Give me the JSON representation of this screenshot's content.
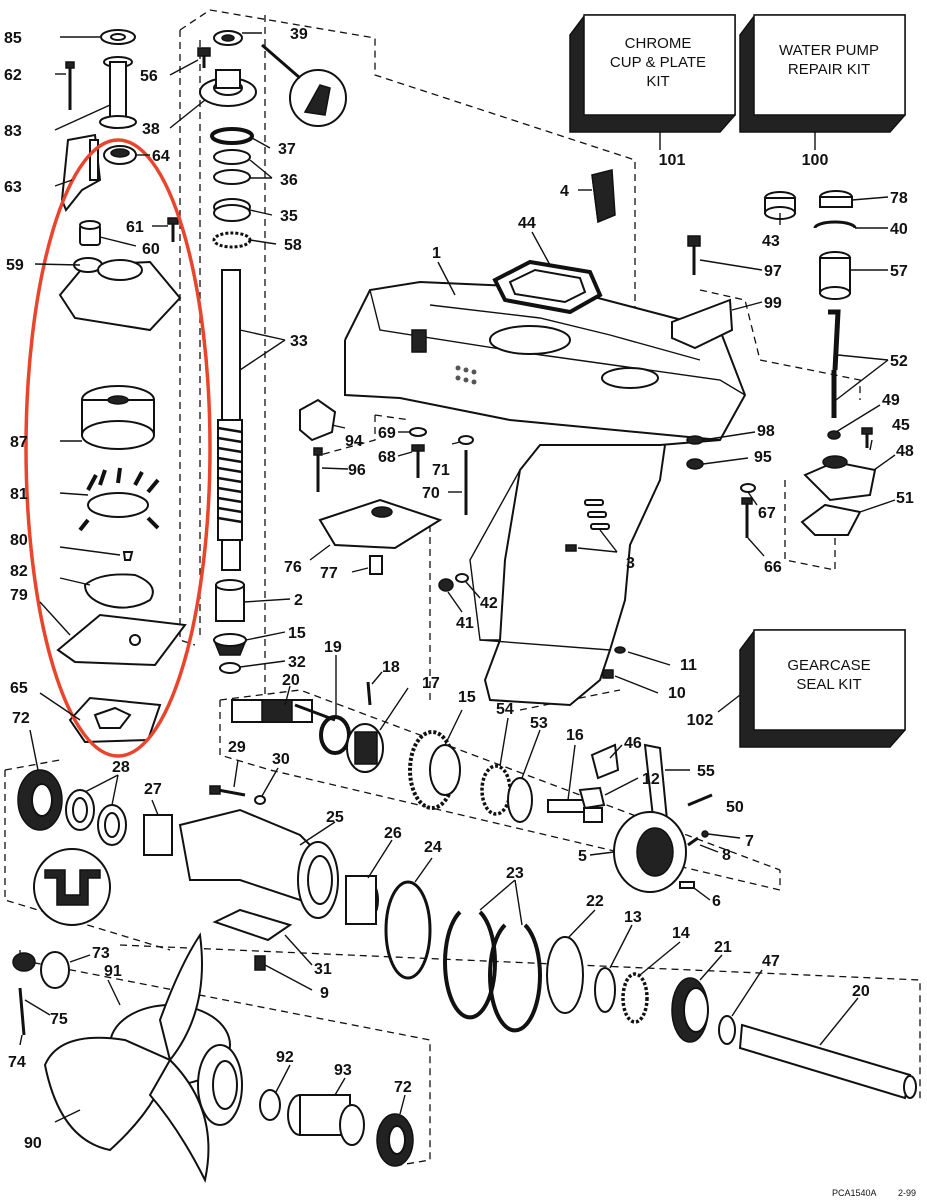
{
  "kits": {
    "chrome": {
      "line1": "CHROME",
      "line2": "CUP & PLATE",
      "line3": "KIT",
      "number": "101"
    },
    "waterpump": {
      "line1": "WATER PUMP",
      "line2": "REPAIR KIT",
      "number": "100"
    },
    "gearcase": {
      "line1": "GEARCASE",
      "line2": "SEAL KIT",
      "number": "102"
    }
  },
  "highlight_color": "#e8452c",
  "footer": {
    "code": "PCA1540A",
    "date": "2-99"
  },
  "labels": [
    {
      "id": "85",
      "text": "85"
    },
    {
      "id": "62",
      "text": "62"
    },
    {
      "id": "83",
      "text": "83"
    },
    {
      "id": "63",
      "text": "63"
    },
    {
      "id": "64",
      "text": "64"
    },
    {
      "id": "56",
      "text": "56"
    },
    {
      "id": "39",
      "text": "39"
    },
    {
      "id": "38",
      "text": "38"
    },
    {
      "id": "37",
      "text": "37"
    },
    {
      "id": "36",
      "text": "36"
    },
    {
      "id": "35",
      "text": "35"
    },
    {
      "id": "58",
      "text": "58"
    },
    {
      "id": "61",
      "text": "61"
    },
    {
      "id": "60",
      "text": "60"
    },
    {
      "id": "59",
      "text": "59"
    },
    {
      "id": "33",
      "text": "33"
    },
    {
      "id": "87",
      "text": "87"
    },
    {
      "id": "81",
      "text": "81"
    },
    {
      "id": "80",
      "text": "80"
    },
    {
      "id": "82",
      "text": "82"
    },
    {
      "id": "79",
      "text": "79"
    },
    {
      "id": "65",
      "text": "65"
    },
    {
      "id": "2",
      "text": "2"
    },
    {
      "id": "15a",
      "text": "15"
    },
    {
      "id": "32",
      "text": "32"
    },
    {
      "id": "4",
      "text": "4"
    },
    {
      "id": "44",
      "text": "44"
    },
    {
      "id": "1",
      "text": "1"
    },
    {
      "id": "43",
      "text": "43"
    },
    {
      "id": "78",
      "text": "78"
    },
    {
      "id": "40",
      "text": "40"
    },
    {
      "id": "97",
      "text": "97"
    },
    {
      "id": "57",
      "text": "57"
    },
    {
      "id": "99",
      "text": "99"
    },
    {
      "id": "52",
      "text": "52"
    },
    {
      "id": "49",
      "text": "49"
    },
    {
      "id": "45",
      "text": "45"
    },
    {
      "id": "98",
      "text": "98"
    },
    {
      "id": "48",
      "text": "48"
    },
    {
      "id": "95",
      "text": "95"
    },
    {
      "id": "94",
      "text": "94"
    },
    {
      "id": "69",
      "text": "69"
    },
    {
      "id": "68",
      "text": "68"
    },
    {
      "id": "71",
      "text": "71"
    },
    {
      "id": "96",
      "text": "96"
    },
    {
      "id": "70",
      "text": "70"
    },
    {
      "id": "67",
      "text": "67"
    },
    {
      "id": "51",
      "text": "51"
    },
    {
      "id": "3",
      "text": "3"
    },
    {
      "id": "66",
      "text": "66"
    },
    {
      "id": "76",
      "text": "76"
    },
    {
      "id": "77",
      "text": "77"
    },
    {
      "id": "42",
      "text": "42"
    },
    {
      "id": "41",
      "text": "41"
    },
    {
      "id": "11",
      "text": "11"
    },
    {
      "id": "10",
      "text": "10"
    },
    {
      "id": "19",
      "text": "19"
    },
    {
      "id": "18",
      "text": "18"
    },
    {
      "id": "20a",
      "text": "20"
    },
    {
      "id": "17",
      "text": "17"
    },
    {
      "id": "15b",
      "text": "15"
    },
    {
      "id": "54",
      "text": "54"
    },
    {
      "id": "53",
      "text": "53"
    },
    {
      "id": "16",
      "text": "16"
    },
    {
      "id": "46",
      "text": "46"
    },
    {
      "id": "55",
      "text": "55"
    },
    {
      "id": "12",
      "text": "12"
    },
    {
      "id": "50",
      "text": "50"
    },
    {
      "id": "7",
      "text": "7"
    },
    {
      "id": "8",
      "text": "8"
    },
    {
      "id": "5",
      "text": "5"
    },
    {
      "id": "6",
      "text": "6"
    },
    {
      "id": "72a",
      "text": "72"
    },
    {
      "id": "28",
      "text": "28"
    },
    {
      "id": "29",
      "text": "29"
    },
    {
      "id": "30",
      "text": "30"
    },
    {
      "id": "27",
      "text": "27"
    },
    {
      "id": "25",
      "text": "25"
    },
    {
      "id": "26",
      "text": "26"
    },
    {
      "id": "24",
      "text": "24"
    },
    {
      "id": "23",
      "text": "23"
    },
    {
      "id": "22",
      "text": "22"
    },
    {
      "id": "13",
      "text": "13"
    },
    {
      "id": "14",
      "text": "14"
    },
    {
      "id": "21",
      "text": "21"
    },
    {
      "id": "47",
      "text": "47"
    },
    {
      "id": "20b",
      "text": "20"
    },
    {
      "id": "73",
      "text": "73"
    },
    {
      "id": "91",
      "text": "91"
    },
    {
      "id": "75",
      "text": "75"
    },
    {
      "id": "74",
      "text": "74"
    },
    {
      "id": "31",
      "text": "31"
    },
    {
      "id": "9",
      "text": "9"
    },
    {
      "id": "92",
      "text": "92"
    },
    {
      "id": "93",
      "text": "93"
    },
    {
      "id": "72b",
      "text": "72"
    },
    {
      "id": "90",
      "text": "90"
    }
  ]
}
